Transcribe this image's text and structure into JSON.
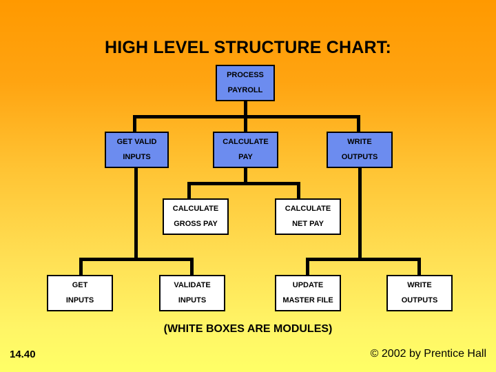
{
  "slide": {
    "title": "HIGH LEVEL STRUCTURE CHART:",
    "note": "(WHITE BOXES ARE MODULES)",
    "page_number": "14.40",
    "copyright": "© 2002 by Prentice Hall",
    "colors": {
      "background_top": "#FF9900",
      "background_bottom": "#FFFF66",
      "module_box": "#FFFFFF",
      "non_module_box": "#6C8CEF",
      "line": "#000000",
      "text": "#000000"
    }
  },
  "chart_data": {
    "type": "diagram",
    "diagram_kind": "structure-chart",
    "title": "HIGH LEVEL STRUCTURE CHART:",
    "legend": "(WHITE BOXES ARE MODULES)",
    "nodes": [
      {
        "id": "process-payroll",
        "line1": "PROCESS",
        "line2": "PAYROLL",
        "level": 1,
        "style": "blue"
      },
      {
        "id": "get-valid-inputs",
        "line1": "GET VALID",
        "line2": "INPUTS",
        "level": 2,
        "style": "blue"
      },
      {
        "id": "calculate-pay",
        "line1": "CALCULATE",
        "line2": "PAY",
        "level": 2,
        "style": "blue"
      },
      {
        "id": "write-outputs-top",
        "line1": "WRITE",
        "line2": "OUTPUTS",
        "level": 2,
        "style": "blue"
      },
      {
        "id": "calculate-gross-pay",
        "line1": "CALCULATE",
        "line2": "GROSS PAY",
        "level": 3,
        "style": "white"
      },
      {
        "id": "calculate-net-pay",
        "line1": "CALCULATE",
        "line2": "NET PAY",
        "level": 3,
        "style": "white"
      },
      {
        "id": "get-inputs",
        "line1": "GET",
        "line2": "INPUTS",
        "level": 4,
        "style": "white"
      },
      {
        "id": "validate-inputs",
        "line1": "VALIDATE",
        "line2": "INPUTS",
        "level": 4,
        "style": "white"
      },
      {
        "id": "update-master-file",
        "line1": "UPDATE",
        "line2": "MASTER FILE",
        "level": 4,
        "style": "white"
      },
      {
        "id": "write-outputs",
        "line1": "WRITE",
        "line2": "OUTPUTS",
        "level": 4,
        "style": "white"
      }
    ],
    "edges": [
      {
        "from": "process-payroll",
        "to": "get-valid-inputs"
      },
      {
        "from": "process-payroll",
        "to": "calculate-pay"
      },
      {
        "from": "process-payroll",
        "to": "write-outputs-top"
      },
      {
        "from": "calculate-pay",
        "to": "calculate-gross-pay"
      },
      {
        "from": "calculate-pay",
        "to": "calculate-net-pay"
      },
      {
        "from": "get-valid-inputs",
        "to": "get-inputs"
      },
      {
        "from": "get-valid-inputs",
        "to": "validate-inputs"
      },
      {
        "from": "write-outputs-top",
        "to": "update-master-file"
      },
      {
        "from": "write-outputs-top",
        "to": "write-outputs"
      }
    ]
  }
}
